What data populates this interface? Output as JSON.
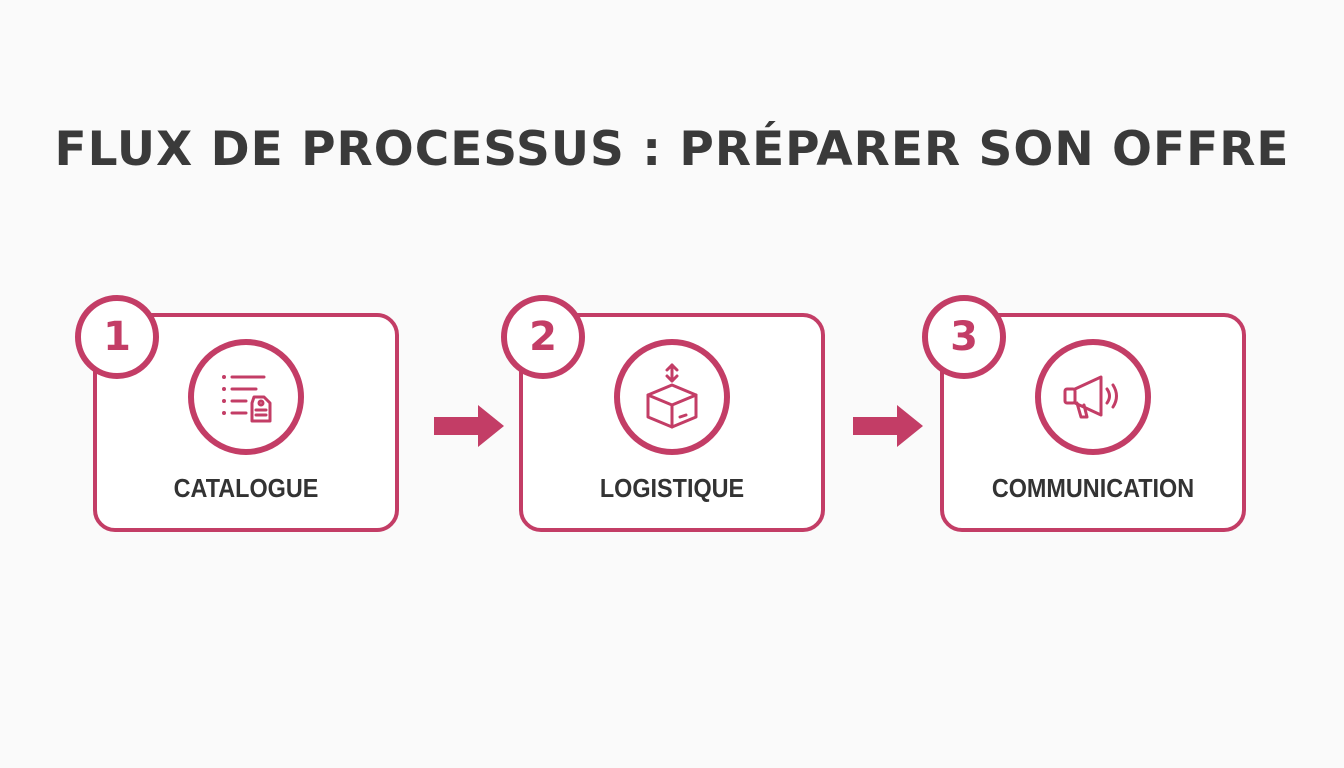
{
  "title": "FLUX DE PROCESSUS : PRÉPARER SON OFFRE",
  "accent_color": "#c33d66",
  "text_color": "#333333",
  "steps": [
    {
      "number": "1",
      "label": "CATALOGUE",
      "icon": "catalogue-list-tag-icon"
    },
    {
      "number": "2",
      "label": "LOGISTIQUE",
      "icon": "box-arrows-icon"
    },
    {
      "number": "3",
      "label": "COMMUNICATION",
      "icon": "megaphone-icon"
    }
  ]
}
